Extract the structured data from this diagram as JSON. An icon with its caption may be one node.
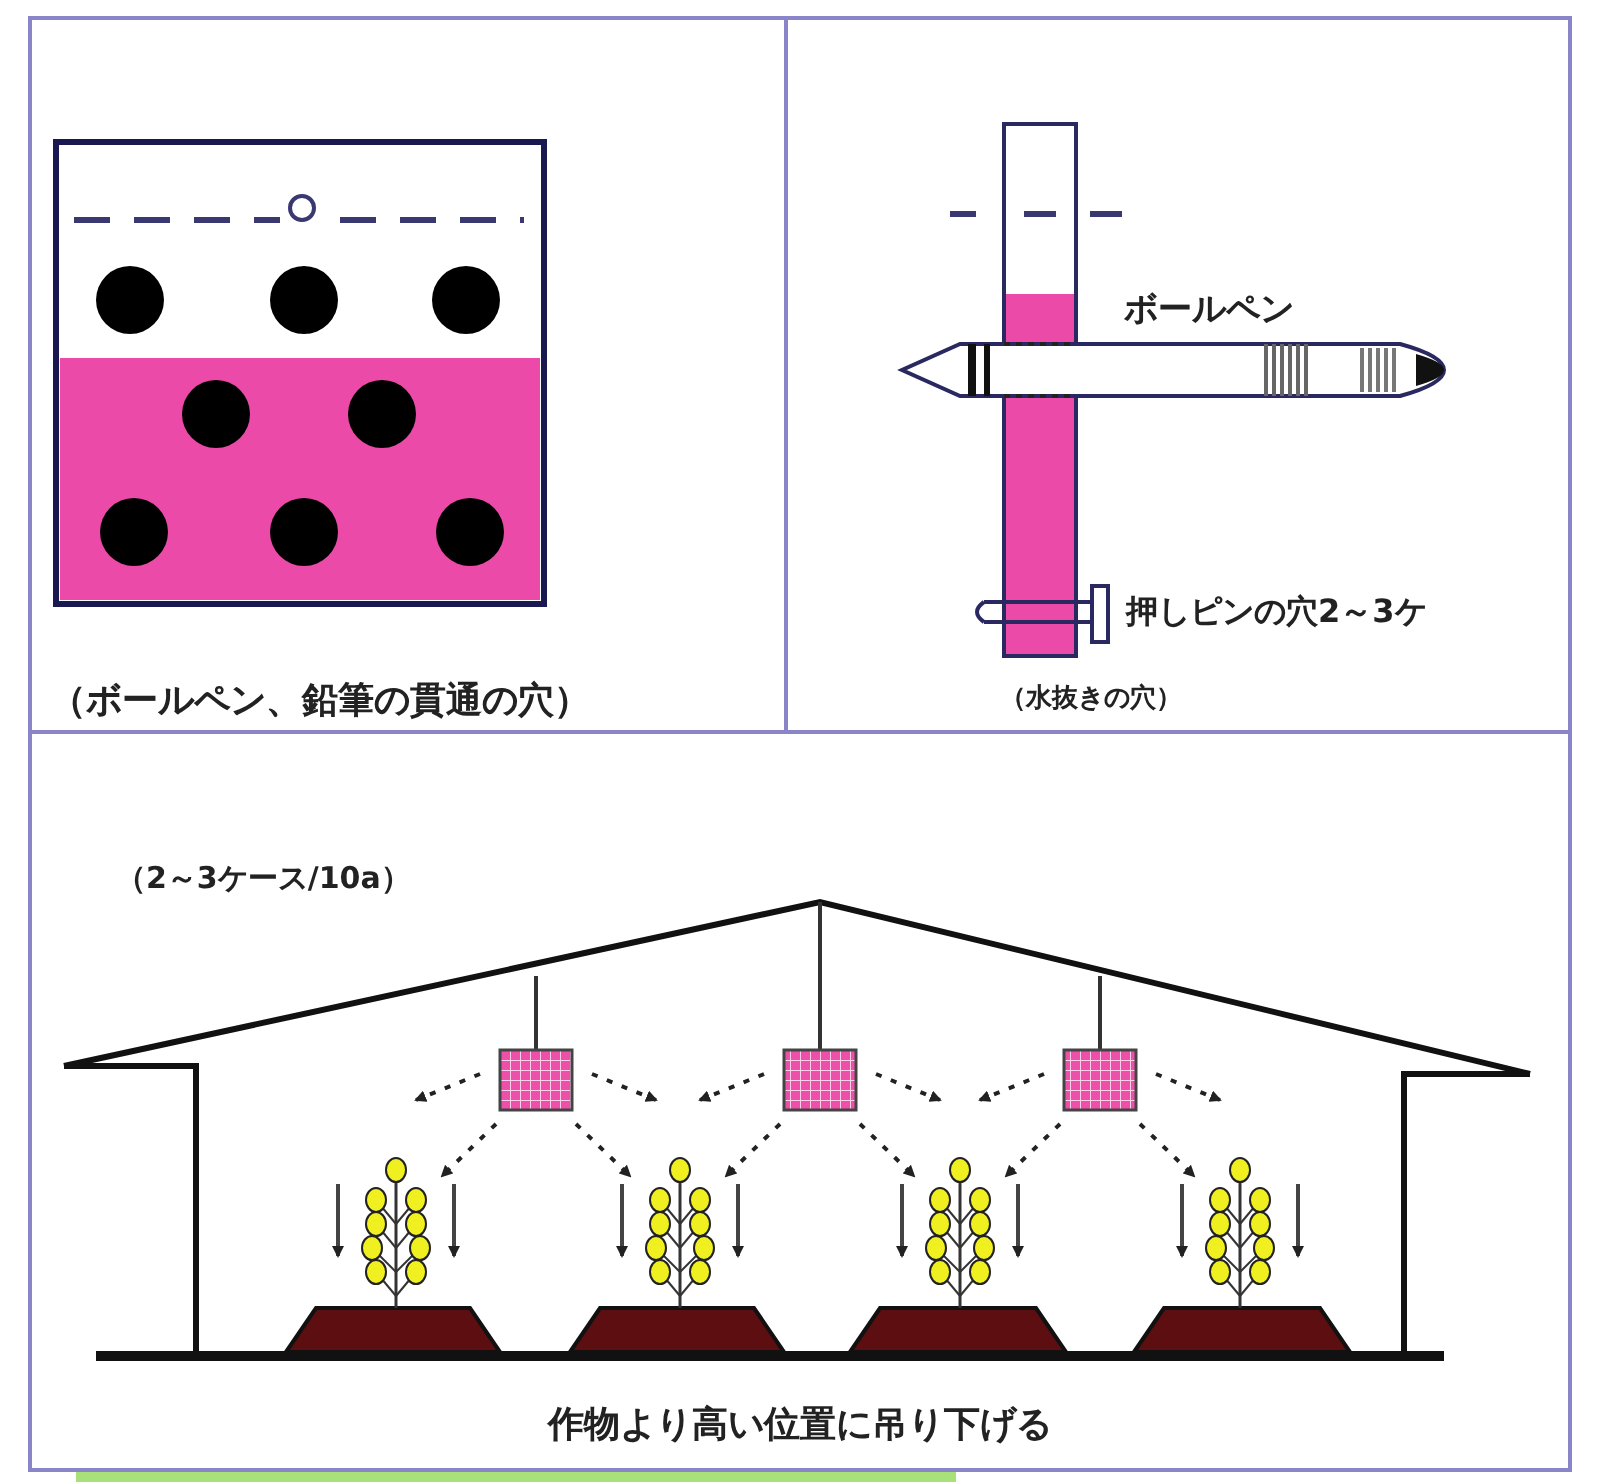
{
  "diagram": {
    "labels": [
      "（ボールペン、鉛筆の貫通の穴）",
      "ボールペン",
      "押しピンの穴2～3ケ",
      "（水抜きの穴）",
      "（2～3ケース/10a）",
      "作物より高い位置に吊り下げる"
    ]
  }
}
